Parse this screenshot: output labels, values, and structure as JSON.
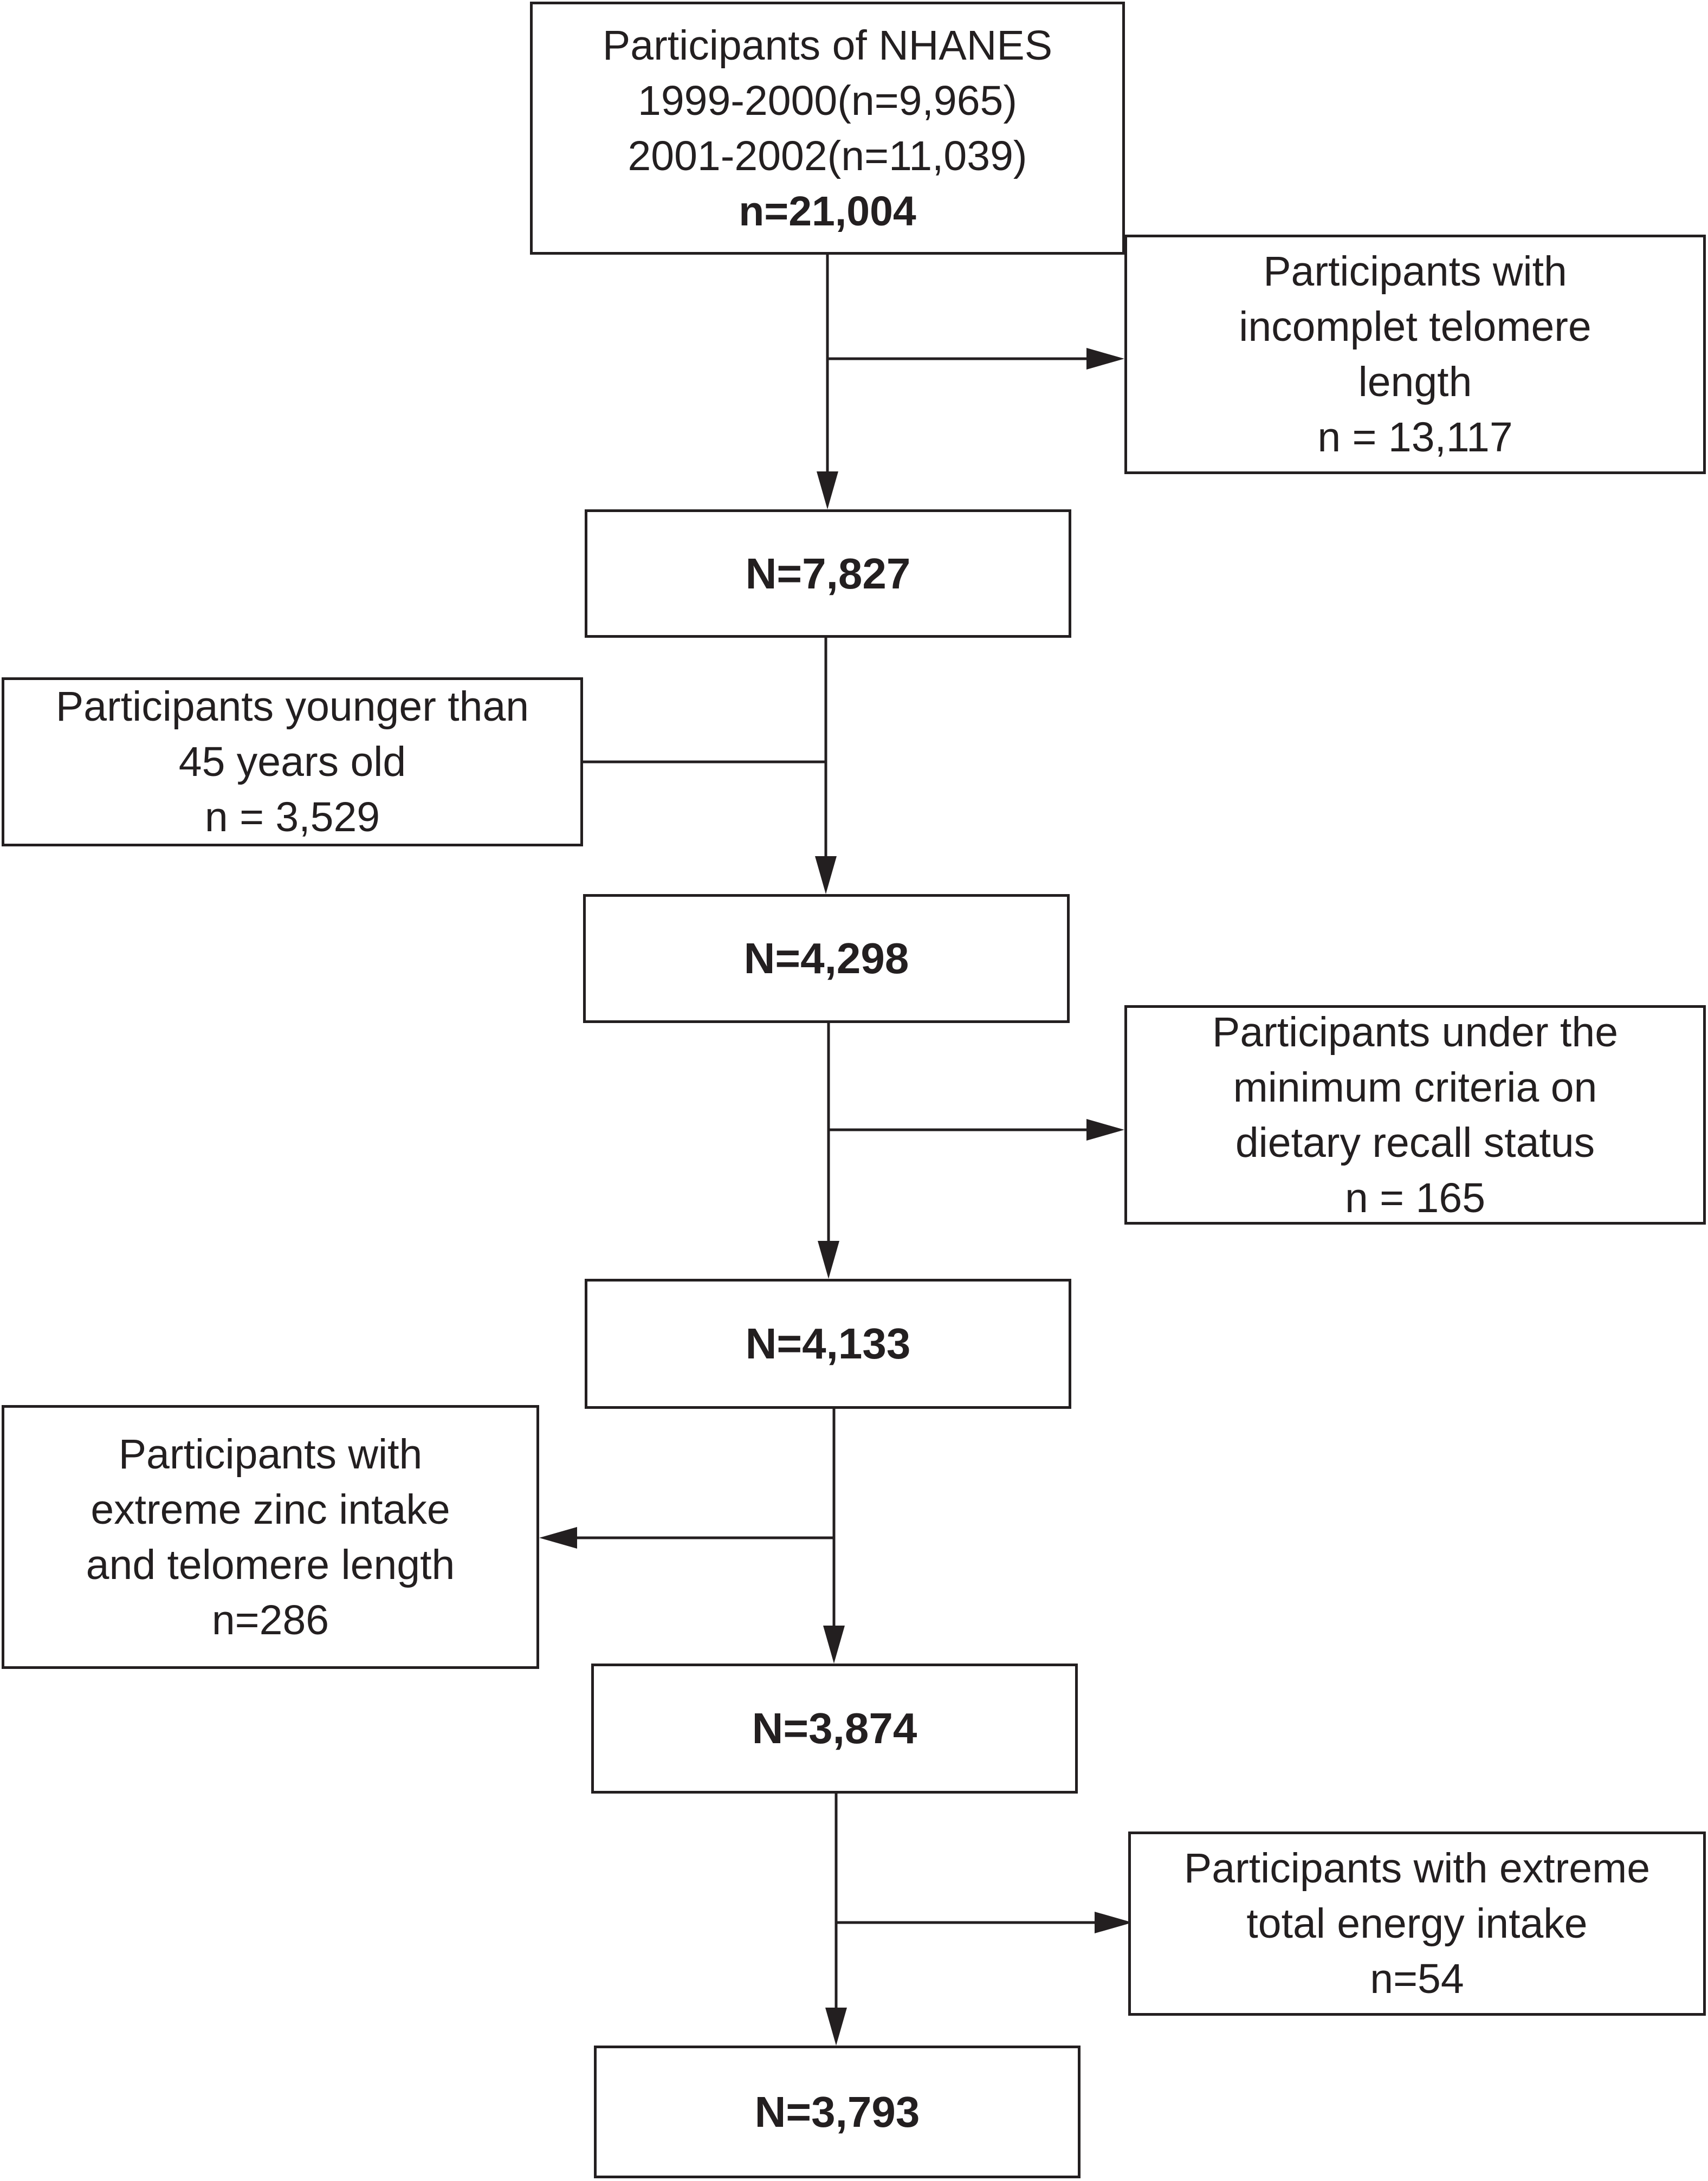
{
  "flowchart": {
    "source": {
      "lines": [
        "Participants of NHANES",
        "1999-2000(n=9,965)",
        "2001-2002(n=11,039)"
      ],
      "total": "n=21,004"
    },
    "exclusions": [
      {
        "lines": [
          "Participants with",
          "incomplet telomere",
          "length",
          "n = 13,117"
        ]
      },
      {
        "lines": [
          "Participants younger than",
          "45 years old",
          "n = 3,529"
        ]
      },
      {
        "lines": [
          "Participants under the",
          "minimum criteria on",
          "dietary recall status",
          "n = 165"
        ]
      },
      {
        "lines": [
          "Participants with",
          "extreme zinc intake",
          "and telomere length",
          "n=286"
        ]
      },
      {
        "lines": [
          "Participants with extreme",
          "total energy intake",
          "n=54"
        ]
      }
    ],
    "counts": [
      "N=7,827",
      "N=4,298",
      "N=4,133",
      "N=3,874",
      "N=3,793"
    ]
  },
  "colors": {
    "stroke": "#231f20",
    "text": "#231f20",
    "background": "#ffffff"
  }
}
